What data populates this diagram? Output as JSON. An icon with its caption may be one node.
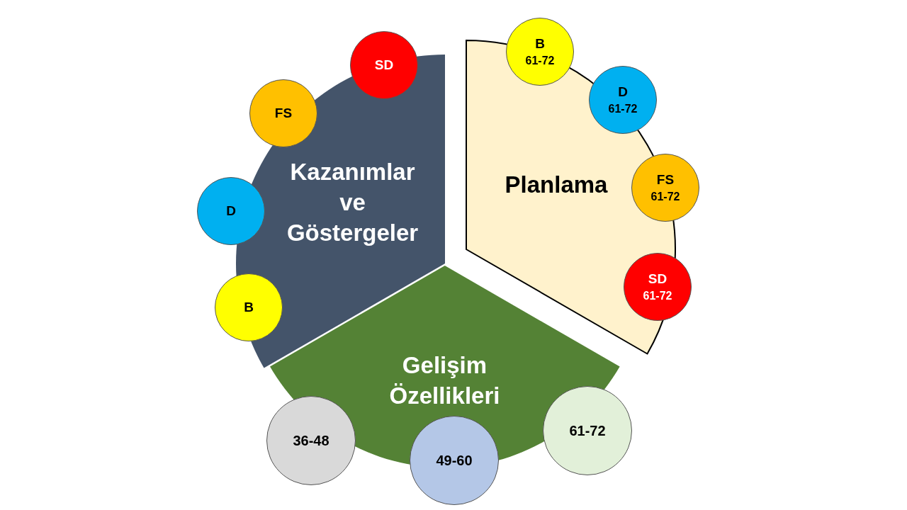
{
  "diagram": {
    "nodes": [
      {
        "text": [
          "Kazanımlar ve Göstergeler"
        ]
      },
      {
        "text": [
          "SD"
        ]
      },
      {
        "text": [
          "FS"
        ]
      },
      {
        "text": [
          "D"
        ]
      },
      {
        "text": [
          "B"
        ]
      },
      {
        "text": [
          "Planlama"
        ]
      },
      {
        "text": [
          "B",
          "61-72"
        ]
      },
      {
        "text": [
          "D",
          "61-72"
        ]
      },
      {
        "text": [
          "FS",
          "61-72"
        ]
      },
      {
        "text": [
          "SD",
          "61-72"
        ]
      },
      {
        "text": [
          "Gelişim Özellikleri"
        ]
      },
      {
        "text": [
          "36-48"
        ]
      },
      {
        "text": [
          "49-60"
        ]
      },
      {
        "text": [
          "61-72"
        ]
      }
    ]
  }
}
